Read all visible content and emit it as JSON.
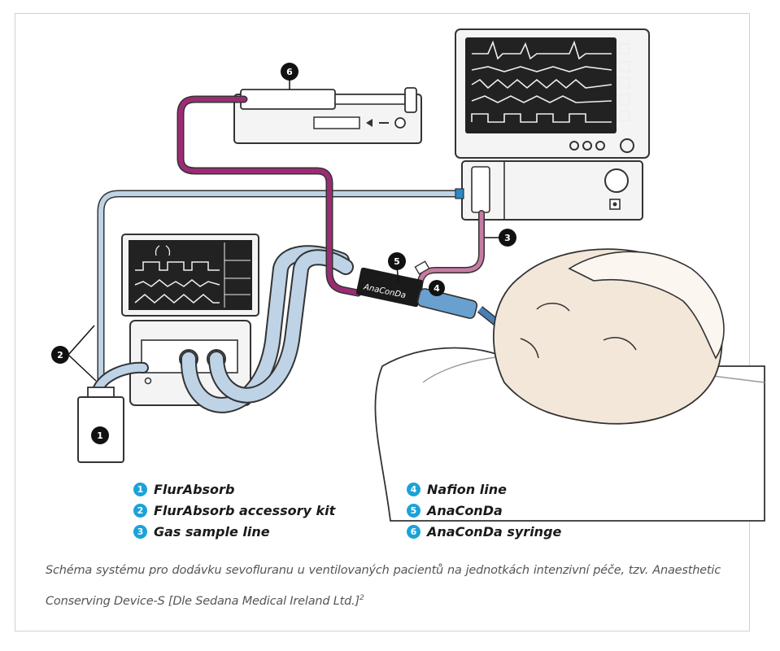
{
  "callouts": [
    "1",
    "2",
    "3",
    "4",
    "5",
    "6"
  ],
  "device_label": "AnaConDa",
  "legend": {
    "items": [
      {
        "num": "1",
        "label": "FlurAbsorb"
      },
      {
        "num": "2",
        "label": "FlurAbsorb accessory kit"
      },
      {
        "num": "3",
        "label": "Gas sample line"
      },
      {
        "num": "4",
        "label": "Nafion line"
      },
      {
        "num": "5",
        "label": "AnaConDa"
      },
      {
        "num": "6",
        "label": "AnaConDa syringe"
      }
    ]
  },
  "caption": {
    "text": "Schéma systému pro dodávku sevofluranu u ventilovaných pacientů na jednotkách intenzivní péče, tzv. Anaesthetic Conserving Device-S [Dle Sedana Medical Ireland Ltd.]",
    "superscript": "2"
  },
  "colors": {
    "tube_blue": "#bfd3e6",
    "tube_purple": "#9b2c73",
    "tube_pink": "#c77ba2",
    "badge_blue": "#1aa3d9",
    "callout_black": "#111111"
  }
}
